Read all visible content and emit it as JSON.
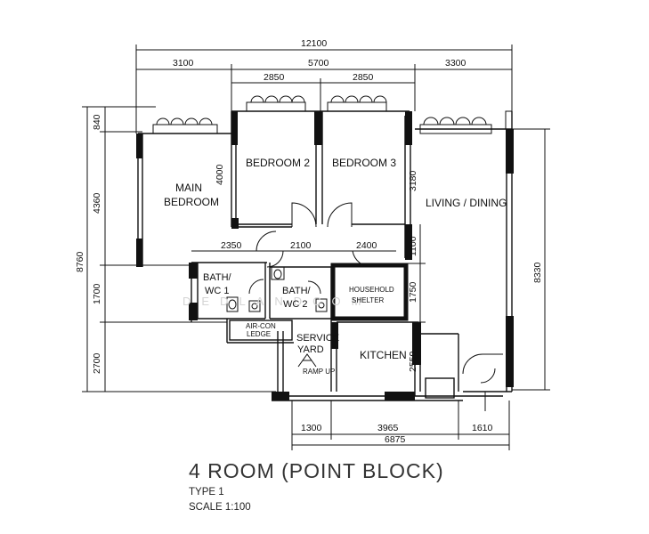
{
  "plan": {
    "title": "4 ROOM (POINT BLOCK)",
    "type": "TYPE 1",
    "scale": "SCALE 1:100"
  },
  "rooms": {
    "main_bedroom_1": "MAIN",
    "main_bedroom_2": "BEDROOM",
    "bedroom2": "BEDROOM 2",
    "bedroom3": "BEDROOM 3",
    "living_dining": "LIVING / DINING",
    "bath1_1": "BATH/",
    "bath1_2": "WC 1",
    "bath2_1": "BATH/",
    "bath2_2": "WC 2",
    "shelter_1": "HOUSEHOLD",
    "shelter_2": "SHELTER",
    "aircon_1": "AIR-CON",
    "aircon_2": "LEDGE",
    "service_1": "SERVICE",
    "service_2": "YARD",
    "kitchen": "KITCHEN",
    "ramp": "RAMP UP"
  },
  "dimensions": {
    "top_total": "12100",
    "top_a": "3100",
    "top_b": "5700",
    "top_c": "3300",
    "bed2_w": "2850",
    "bed3_w": "2850",
    "left_a": "840",
    "left_b": "4360",
    "left_c": "1700",
    "left_d": "2700",
    "left_total": "8760",
    "bed_h": "4000",
    "bed3_h": "3180",
    "corr_h": "1100",
    "shelter_h": "1750",
    "kitchen_h": "2550",
    "right_total": "8330",
    "mid_a": "2350",
    "mid_b": "2100",
    "mid_c": "2400",
    "bot_a": "1300",
    "bot_b": "3965",
    "bot_c": "1610",
    "bot_total": "6875"
  },
  "watermark": "DEDLANDCOM"
}
